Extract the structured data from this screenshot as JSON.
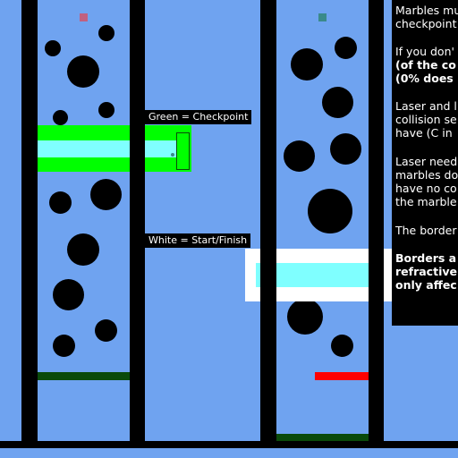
{
  "labels": {
    "checkpoint": "Green = Checkpoint",
    "start_finish": "White = Start/Finish"
  },
  "info": {
    "line1": "Marbles mu",
    "line2": "checkpoint",
    "line3": "If you don'",
    "line4": "(of the co",
    "line5": "(0% does",
    "line6": "Laser and l",
    "line7": "collision se",
    "line8": "have (C in",
    "line9": "Laser need",
    "line10": "marbles do",
    "line11": "have no co",
    "line12": "the marble",
    "line13": "The border",
    "line14": "Borders a",
    "line15": "refractive",
    "line16": "only affec"
  },
  "colors": {
    "background": "#6fa3f0",
    "wall": "#000000",
    "checkpoint": "#00ff00",
    "start_finish": "#ffffff",
    "inner_zone": "#7fffff",
    "finish_line": "#0a4a0a",
    "laser": "#ff0000",
    "marble_pink": "#c06080",
    "marble_teal": "#3a8a8a"
  },
  "icons": [
    "marble-pink-icon",
    "marble-teal-icon"
  ]
}
